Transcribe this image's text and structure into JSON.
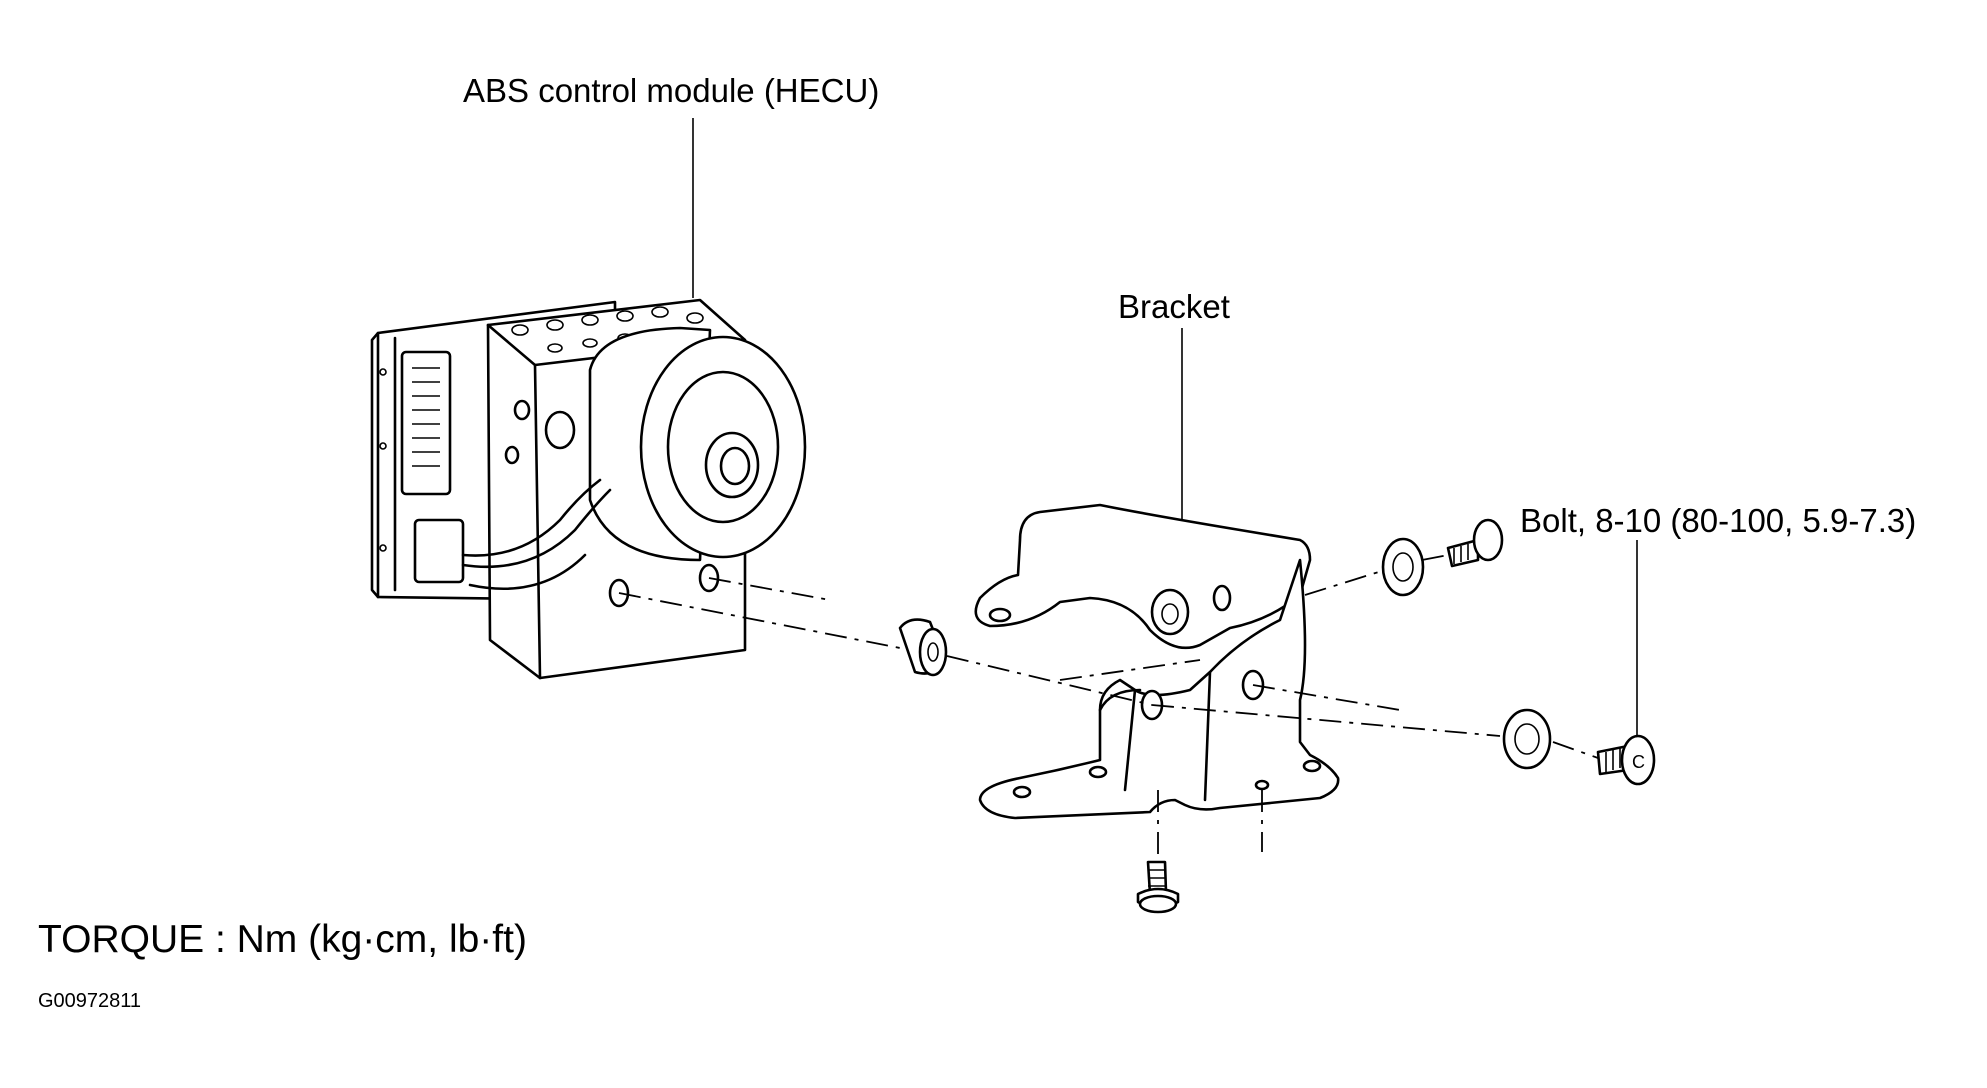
{
  "labels": {
    "module": "ABS control module (HECU)",
    "bracket": "Bracket",
    "bolt": "Bolt, 8-10 (80-100, 5.9-7.3)"
  },
  "torque_note": "TORQUE : Nm (kg·cm, lb·ft)",
  "figure_id": "G00972811"
}
